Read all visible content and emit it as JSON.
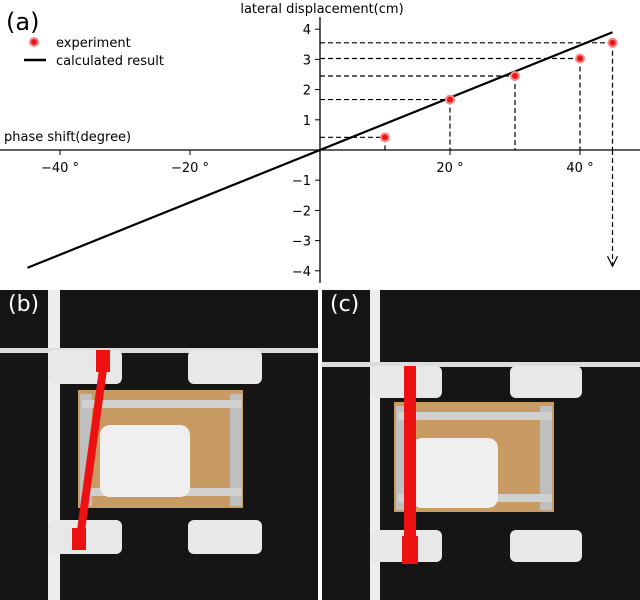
{
  "panel_labels": {
    "a": "(a)",
    "b": "(b)",
    "c": "(c)"
  },
  "chart_data": {
    "type": "scatter",
    "xlabel": "phase shift(degree)",
    "ylabel": "lateral displacement(cm)",
    "xlim": [
      -47,
      47
    ],
    "ylim": [
      -4.4,
      4.4
    ],
    "x_ticks": [
      {
        "value": -40,
        "label": "−40 °"
      },
      {
        "value": -20,
        "label": "−20 °"
      },
      {
        "value": 20,
        "label": "20 °"
      },
      {
        "value": 40,
        "label": "40 °"
      }
    ],
    "y_ticks": [
      {
        "value": 4,
        "label": "4"
      },
      {
        "value": 3,
        "label": "3"
      },
      {
        "value": 2,
        "label": "2"
      },
      {
        "value": 1,
        "label": "1"
      },
      {
        "value": -1,
        "label": "−1"
      },
      {
        "value": -2,
        "label": "−2"
      },
      {
        "value": -3,
        "label": "−3"
      },
      {
        "value": -4,
        "label": "−4"
      }
    ],
    "series": [
      {
        "name": "experiment",
        "kind": "scatter",
        "color": "#e31a1c",
        "x": [
          10,
          20,
          30,
          40,
          45
        ],
        "y": [
          0.42,
          1.67,
          2.45,
          3.03,
          3.55
        ]
      },
      {
        "name": "calculated result",
        "kind": "line",
        "color": "#000000",
        "x": [
          -45,
          45
        ],
        "y": [
          -3.9,
          3.9
        ]
      }
    ],
    "legend": "top-left",
    "grid": false
  },
  "colors": {
    "red_marker": "#e31a1c",
    "ruler": "#f2f2f2",
    "chassis_plate": "#c89a64"
  }
}
